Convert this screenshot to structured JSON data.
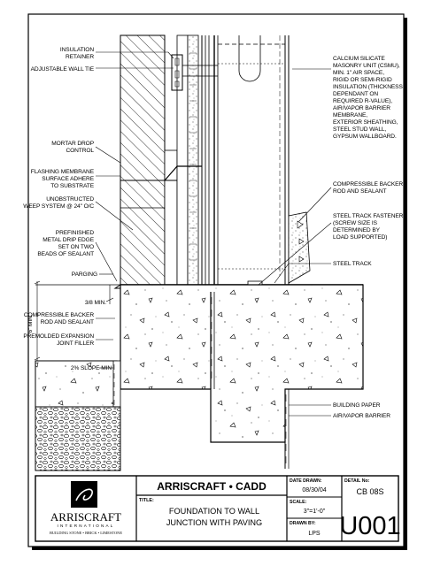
{
  "labels": {
    "insulation_retainer": [
      "INSULATION",
      "RETAINER"
    ],
    "adjustable_wall_tie": "ADJUSTABLE WALL TIE",
    "mortar_drop": [
      "MORTAR DROP",
      "CONTROL"
    ],
    "flashing": [
      "FLASHING MEMBRANE",
      "SURFACE ADHERE",
      "TO SUBSTRATE"
    ],
    "weep": [
      "UNOBSTRUCTED",
      "WEEP SYSTEM @ 24\" O/C"
    ],
    "drip_edge": [
      "PREFINISHED",
      "METAL DRIP EDGE",
      "SET ON TWO",
      "BEADS OF SEALANT"
    ],
    "parging": "PARGING",
    "three_eighths_min": "3/8 MIN.",
    "six_min": "6\" MIN.",
    "backer_left": [
      "COMPRESSIBLE BACKER",
      "ROD AND SEALANT"
    ],
    "expansion_filler": [
      "PREMOLDED EXPANSION",
      "JOINT FILLER"
    ],
    "slope": "2% SLOPE MIN",
    "right_spec": [
      "CALCIUM SILICATE",
      "MASONRY UNIT (CSMU),",
      "MIN. 1\" AIR SPACE,",
      "RIGID OR SEMI-RIGID",
      "INSULATION (THICKNESS",
      "DEPENDANT ON",
      "REQUIRED R-VALUE),",
      "AIR/VAPOR BARRIER",
      "MEMBRANE,",
      "EXTERIOR SHEATHING,",
      "STEEL STUD WALL,",
      "GYPSUM WALLBOARD."
    ],
    "backer_right": [
      "COMPRESSIBLE BACKER",
      "ROD AND SEALANT"
    ],
    "track_fastener": [
      "STEEL TRACK FASTENER",
      "(SCREW SIZE IS",
      "DETERMINED BY",
      "LOAD SUPPORTED)"
    ],
    "steel_track": "STEEL TRACK",
    "building_paper": "BUILDING PAPER",
    "air_vapor": "AIR/VAPOR BARRIER"
  },
  "title_block": {
    "brand_title": "ARRISCRAFT • CADD",
    "title_label": "TITLE:",
    "title_lines": [
      "FOUNDATION TO WALL",
      "JUNCTION WITH PAVING"
    ],
    "date_label": "DATE DRAWN:",
    "date_value": "08/30/04",
    "scale_label": "SCALE:",
    "scale_value": "3\"=1'-0\"",
    "drawn_label": "DRAWN BY:",
    "drawn_value": "LPS",
    "detail_label": "DETAIL No:",
    "detail_value": "CB 08S",
    "sheet_number": "U001",
    "logo_name": "ARRISCRAFT",
    "logo_sub": "INTERNATIONAL",
    "logo_tagline": "BUILDING STONE • BRICK • LIMESTONE"
  }
}
